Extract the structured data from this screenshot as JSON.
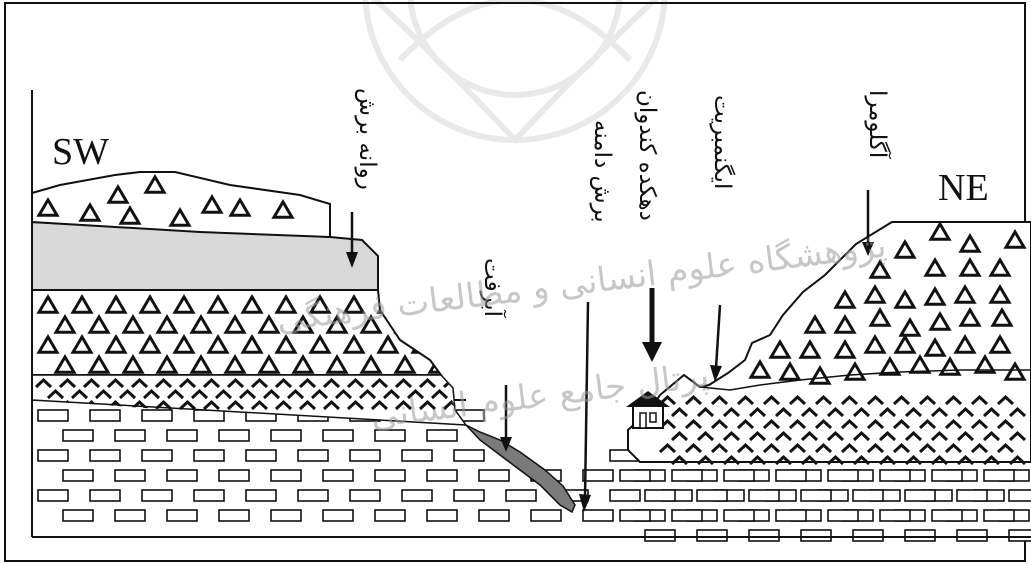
{
  "directions": {
    "left": "SW",
    "right": "NE"
  },
  "labels": {
    "landslide_crown": "روانه برش",
    "debris": "آبرفت",
    "slope_section": "برش دامنه",
    "village": "دهکده کندوان",
    "ignimbrite": "ایگنمبریت",
    "agglomerate": "آگلومرا"
  },
  "watermark": {
    "line1": "پژوهشگاه علوم انسانی و مطالعات فرهنگی",
    "line2": "پرتال جامع علوم انسانی"
  },
  "colors": {
    "stroke": "#111111",
    "grey_band": "#d9d9d9",
    "debris_fill": "#7a7a7a",
    "watermark": "#9a9a9a"
  },
  "icons": {
    "village": "house-icon",
    "watermark": "emblem-icon"
  }
}
